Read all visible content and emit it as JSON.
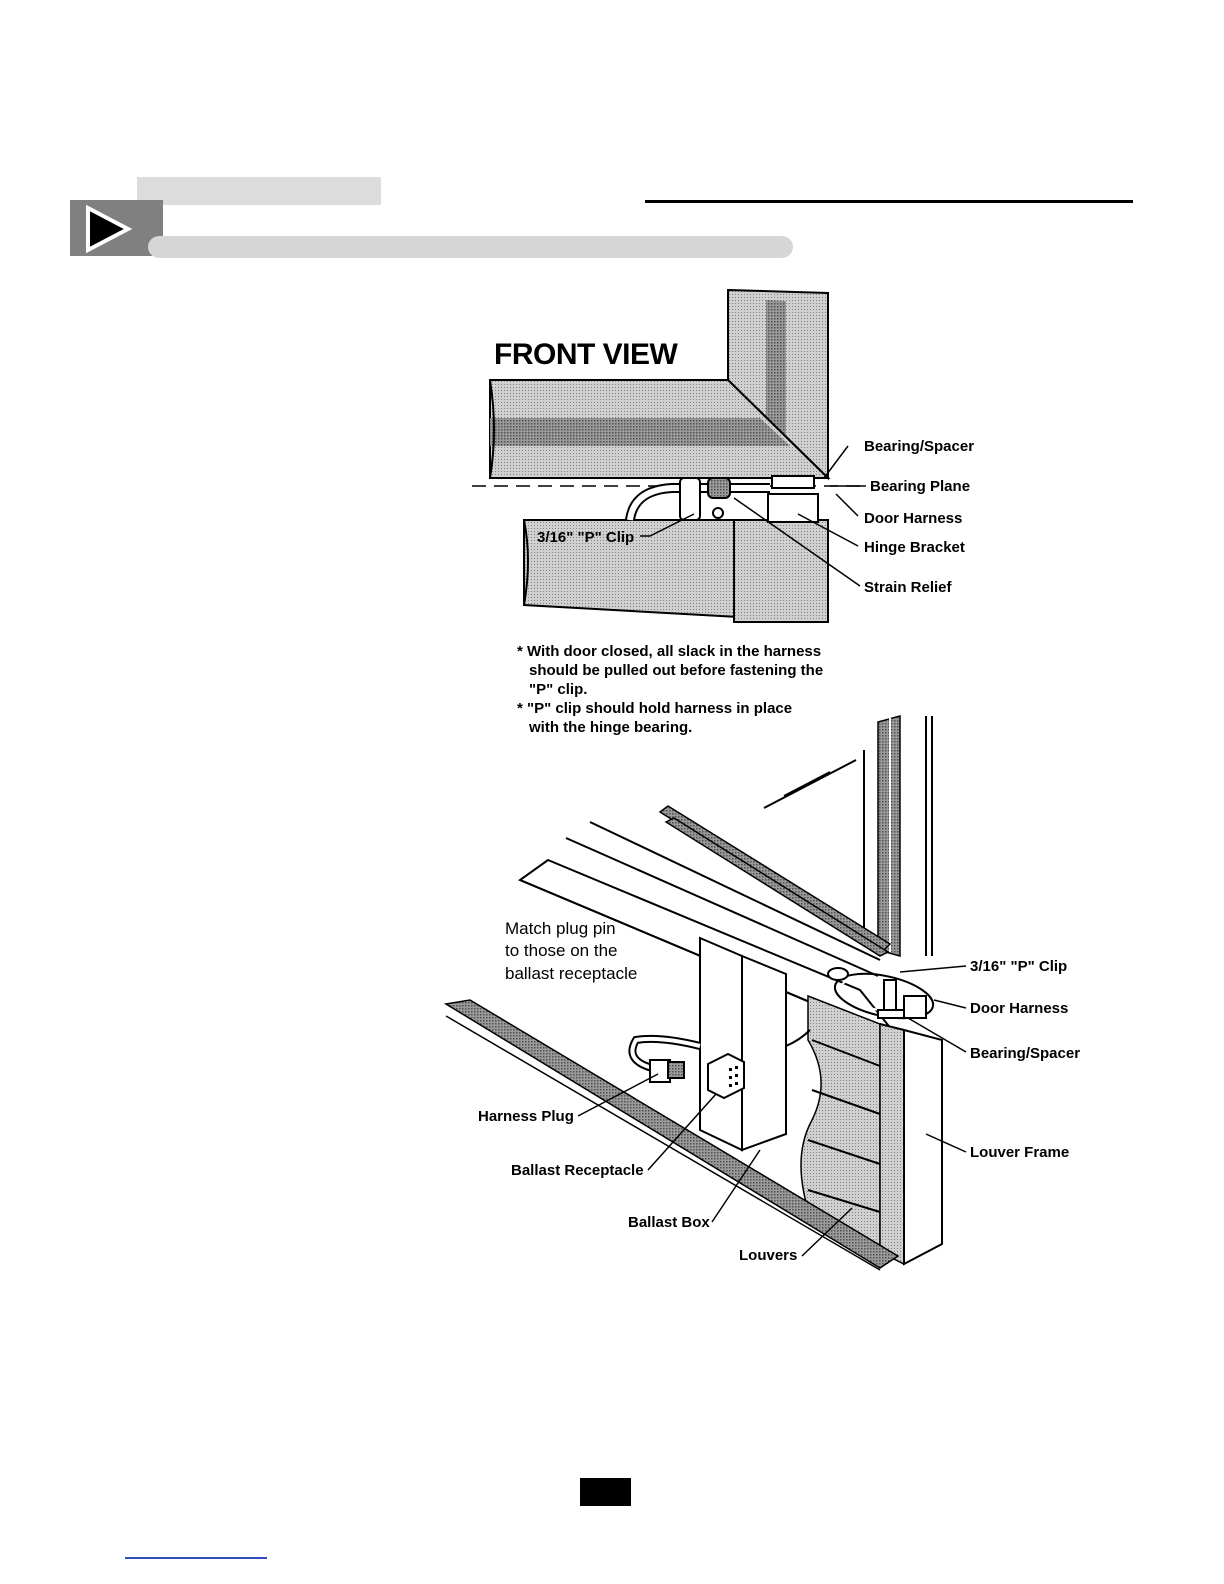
{
  "front_view": {
    "title": "FRONT VIEW",
    "labels": {
      "bearing_spacer": "Bearing/Spacer",
      "bearing_plane": "Bearing Plane",
      "door_harness": "Door Harness",
      "hinge_bracket": "Hinge Bracket",
      "strain_relief": "Strain Relief",
      "p_clip": "3/16\" \"P\" Clip"
    },
    "notes": [
      "* With door closed, all slack in the harness",
      "should be pulled out before fastening the",
      "\"P\" clip.",
      "* \"P\" clip should hold harness in place",
      "with the hinge bearing."
    ]
  },
  "iso_view": {
    "instruction": [
      "Match plug pin",
      "to those on the",
      "ballast receptacle"
    ],
    "labels": {
      "p_clip": "3/16\" \"P\" Clip",
      "door_harness": "Door Harness",
      "bearing_spacer": "Bearing/Spacer",
      "louver_frame": "Louver Frame",
      "harness_plug": "Harness Plug",
      "ballast_receptacle": "Ballast Receptacle",
      "ballast_box": "Ballast Box",
      "louvers": "Louvers"
    }
  },
  "colors": {
    "shade": "#a8a8a8",
    "dark_shade": "#707070",
    "line": "#000000"
  }
}
